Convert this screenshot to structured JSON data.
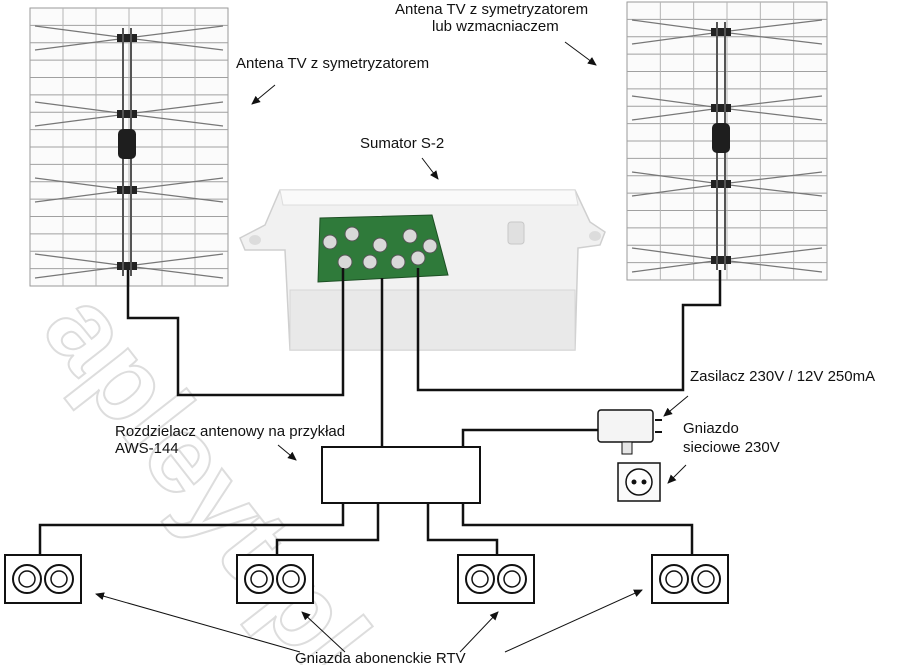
{
  "labels": {
    "left_antenna": "Antena TV z symetryzatorem",
    "right_antenna_line1": "Antena TV z symetryzatorem",
    "right_antenna_line2": "lub wzmacniaczem",
    "combiner": "Sumator S-2",
    "power_supply": "Zasilacz 230V / 12V 250mA",
    "socket_line1": "Gniazdo",
    "socket_line2": "sieciowe 230V",
    "splitter_line1": "Rozdzielacz antenowy na przykład",
    "splitter_line2": "AWS-144",
    "outlets": "Gniazda abonenckie RTV"
  },
  "watermark": "apleyt.pl",
  "colors": {
    "line": "#111111",
    "antenna_wire": "#8a8a8a",
    "box": "#eeeeee",
    "pcb": "#2f7a3a",
    "watermark": "#e4e4e4"
  }
}
